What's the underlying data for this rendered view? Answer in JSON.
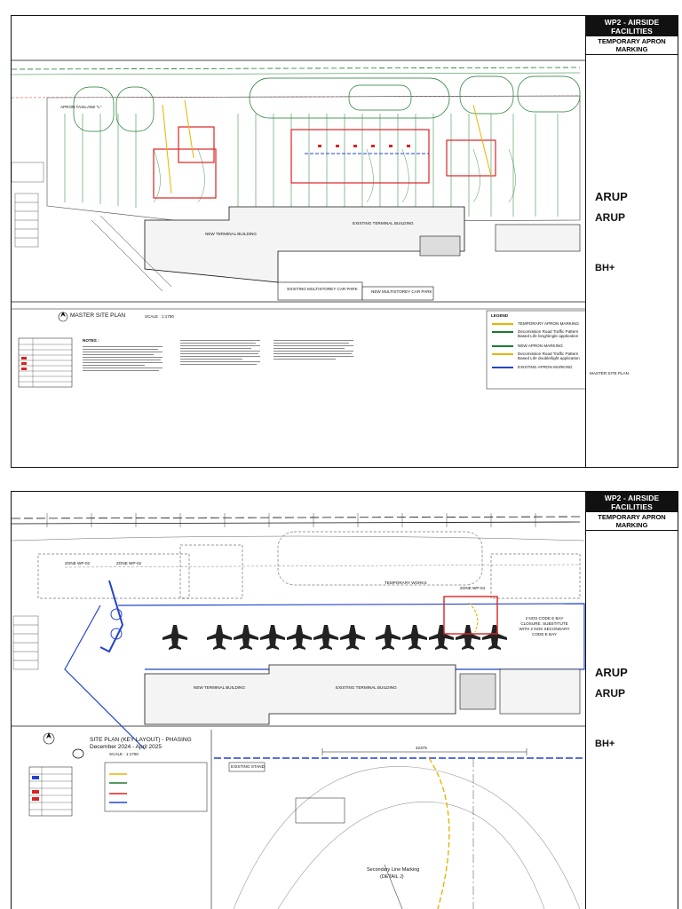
{
  "sheet1": {
    "title_block": {
      "project": "WP2 - AIRSIDE FACILITIES",
      "subtitle": "TEMPORARY APRON MARKING",
      "consultant_1": "ARUP",
      "consultant_2": "ARUP",
      "consultant_3": "BH+"
    },
    "plan_labels": {
      "apron_taxilane": "APRON TAXILANE \"L\"",
      "new_terminal": "NEW TERMINAL BUILDING",
      "existing_terminal": "EXISTING TERMINAL BUILDING",
      "existing_carpark": "EXISTING MULTISTOREY CAR PARK",
      "new_carpark": "NEW MULTISTOREY CAR PARK"
    },
    "key_plan_title": "MASTER SITE PLAN",
    "key_plan_scale": "SCALE : 1:1750",
    "legend_heading": "LEGEND",
    "legend_items": [
      "TEMPORARY APRON MARKING",
      "Decomission Road Traffic Pattern Based Life long/single application",
      "NEW APRON MARKING",
      "Decomission Road Traffic Pattern Based Life double/light application",
      "EXISTING APRON MARKING"
    ],
    "notes_heading": "NOTES :",
    "drawing_title": "MASTER SITE PLAN"
  },
  "sheet2": {
    "title_block": {
      "project": "WP2 - AIRSIDE FACILITIES",
      "subtitle": "TEMPORARY APRON MARKING",
      "consultant_1": "ARUP",
      "consultant_2": "ARUP",
      "consultant_3": "BH+"
    },
    "plan_labels": {
      "zone_a": "ZONE WP-02",
      "zone_b": "ZONE WP-02",
      "zone_c": "ZONE WP-04",
      "existing_terminal": "EXISTING TERMINAL BUILDING",
      "new_terminal": "NEW TERMINAL BUILDING",
      "temp_works": "TEMPORARY WORKS",
      "closure_note": "2 NOS CODE E BAY CLOSURE. SUBSTITUTE WITH 2 NOS SECONDARY CODE E BAY"
    },
    "key_plan_title": "SITE PLAN (KEY LAYOUT) - PHASING",
    "key_plan_dates": "December 2024 - April 2025",
    "key_plan_scale": "SCALE : 1:1750",
    "detail_label": "Secondary Line Marking",
    "detail_ref": "(DETAIL J)",
    "dimension": "42375",
    "existing_label": "EXISTING STAND"
  }
}
